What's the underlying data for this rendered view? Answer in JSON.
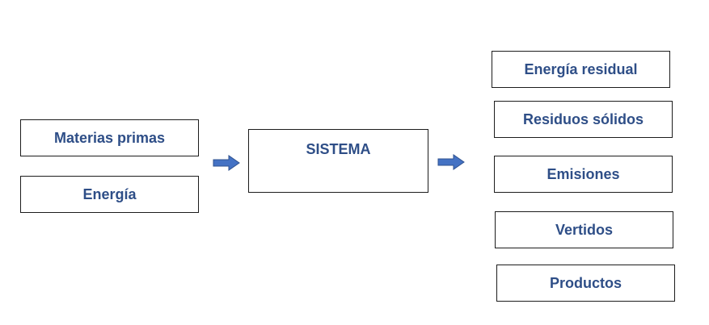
{
  "diagram": {
    "inputs": [
      {
        "label": "Materias primas"
      },
      {
        "label": "Energía"
      }
    ],
    "system": {
      "label": "SISTEMA"
    },
    "outputs": [
      {
        "label": "Energía residual"
      },
      {
        "label": "Residuos sólidos"
      },
      {
        "label": "Emisiones"
      },
      {
        "label": "Vertidos"
      },
      {
        "label": "Productos"
      }
    ],
    "colors": {
      "text": "#2e4e87",
      "arrow_fill": "#4472c4",
      "arrow_stroke": "#2f528f",
      "border": "#1c1c1c"
    }
  }
}
